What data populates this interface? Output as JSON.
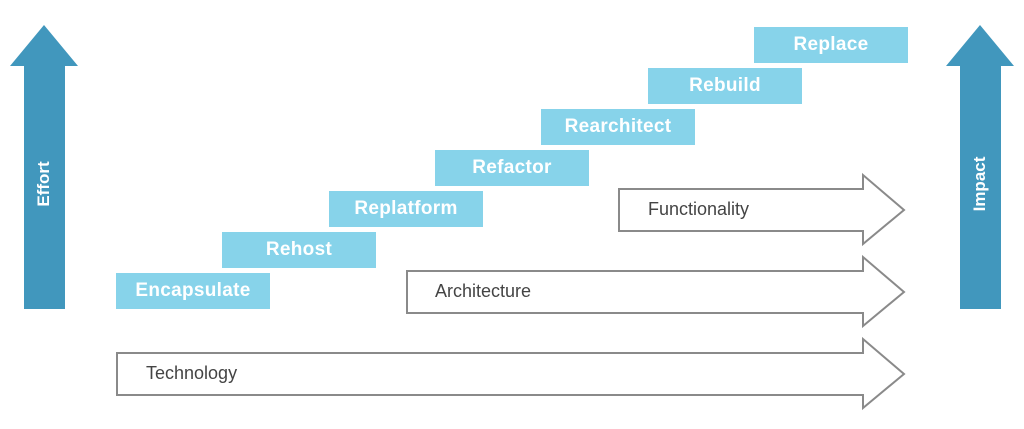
{
  "left_arrow": {
    "label": "Effort"
  },
  "right_arrow": {
    "label": "Impact"
  },
  "steps": [
    {
      "label": "Encapsulate"
    },
    {
      "label": "Rehost"
    },
    {
      "label": "Replatform"
    },
    {
      "label": "Refactor"
    },
    {
      "label": "Rearchitect"
    },
    {
      "label": "Rebuild"
    },
    {
      "label": "Replace"
    }
  ],
  "impact_arrows": [
    {
      "label": "Technology"
    },
    {
      "label": "Architecture"
    },
    {
      "label": "Functionality"
    }
  ],
  "colors": {
    "vertical_arrow": "#4197bd",
    "step_box": "#87d3ea",
    "outline_arrow": "#8a8a8a",
    "text": "#444444"
  }
}
